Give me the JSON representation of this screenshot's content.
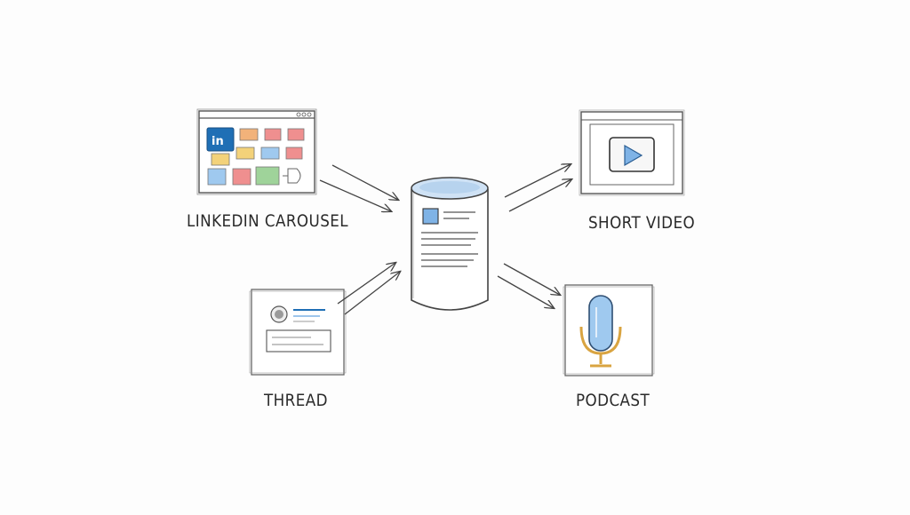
{
  "labels": {
    "linkedin_carousel": "LINKEDIN CAROUSEL",
    "thread": "THREAD",
    "short_video": "SHORT VIDEO",
    "podcast": "PODCAST",
    "linkedin_logo": "in"
  },
  "colors": {
    "ink": "#3a3a3a",
    "linkedin_blue": "#1f6fb5",
    "accent_blue": "#7fb3e6",
    "pale_blue": "#cfe2f5",
    "tile_orange": "#f2b27a",
    "tile_red": "#ef8f8f",
    "tile_yellow": "#f3d27a",
    "tile_green": "#9fd39a",
    "mic_gold": "#d9a441"
  }
}
